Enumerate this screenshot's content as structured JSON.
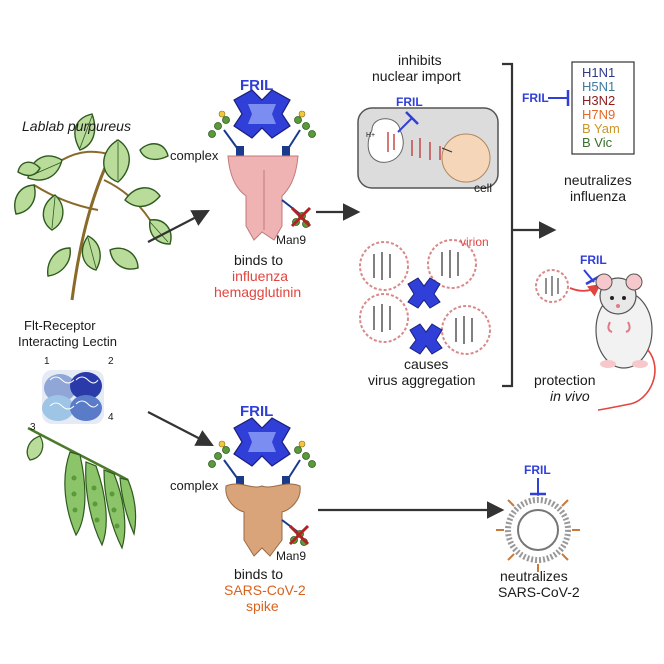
{
  "plant": {
    "species": "Lablab purpureus",
    "lectin_name_line1": "Flt-Receptor",
    "lectin_name_line2": "Interacting Lectin",
    "subunit_labels": [
      "1",
      "2",
      "3",
      "4"
    ]
  },
  "influenza_path": {
    "fril_label": "FRIL",
    "complex_label": "complex",
    "glycan_label": "Man9",
    "binds_label": "binds to",
    "target_line1": "influenza",
    "target_line2": "hemagglutinin"
  },
  "nuclear_import": {
    "line1": "inhibits",
    "line2": "nuclear import",
    "fril_label": "FRIL",
    "cell_label": "cell",
    "proton_label": "H+"
  },
  "aggregation": {
    "virion_label": "virion",
    "line1": "causes",
    "line2": "virus aggregation"
  },
  "strains_box": {
    "fril_label": "FRIL",
    "strains": [
      {
        "name": "H1N1",
        "color": "#2d3a8c"
      },
      {
        "name": "H5N1",
        "color": "#3d7aa0"
      },
      {
        "name": "H3N2",
        "color": "#8b1e1e"
      },
      {
        "name": "H7N9",
        "color": "#e06a2a"
      },
      {
        "name": "B Yam",
        "color": "#c9962a"
      },
      {
        "name": "B Vic",
        "color": "#3a6e2a"
      }
    ]
  },
  "influenza_outcome": {
    "line1": "neutralizes",
    "line2": "influenza"
  },
  "mouse": {
    "fril_label": "FRIL",
    "line1": "protection",
    "line2": "in vivo"
  },
  "sars_path": {
    "fril_label": "FRIL",
    "complex_label": "complex",
    "glycan_label": "Man9",
    "binds_label": "binds to",
    "target_line1": "SARS-CoV-2",
    "target_line2": "spike"
  },
  "sars_outcome": {
    "fril_label": "FRIL",
    "line1": "neutralizes",
    "line2": "SARS-CoV-2"
  },
  "colors": {
    "fril_blue": "#2f3fd8",
    "hemagglutinin_pink": "#f0b3b3",
    "spike_tan": "#d9a47a",
    "leaf_green": "#b9dc9a",
    "arrow_gray": "#333333"
  }
}
